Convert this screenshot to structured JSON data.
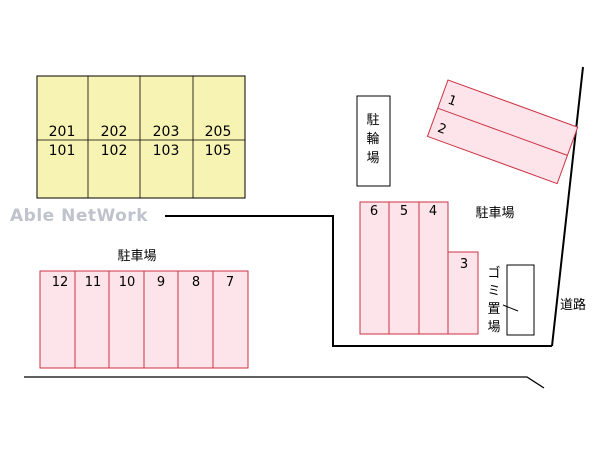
{
  "colors": {
    "building_fill": "#f7f3b3",
    "building_stroke": "#000000",
    "parking_fill": "#fde3ea",
    "parking_stroke": "#cc3344",
    "line": "#000000"
  },
  "watermark": "Able NetWork",
  "building": {
    "upper_units": [
      "201",
      "202",
      "203",
      "205"
    ],
    "lower_units": [
      "101",
      "102",
      "103",
      "105"
    ]
  },
  "bicycle_parking": {
    "label_chars": [
      "駐",
      "輪",
      "場"
    ]
  },
  "parking_left": {
    "label": "駐車場",
    "spaces": [
      "12",
      "11",
      "10",
      "9",
      "8",
      "7"
    ]
  },
  "parking_right": {
    "label": "駐車場",
    "spaces": [
      "6",
      "5",
      "4",
      "3"
    ]
  },
  "parking_diagonal": {
    "spaces": [
      "1",
      "2"
    ]
  },
  "garbage": {
    "label_chars": [
      "ゴ",
      "ミ",
      "置",
      "場"
    ]
  },
  "road": {
    "label": "道路"
  }
}
